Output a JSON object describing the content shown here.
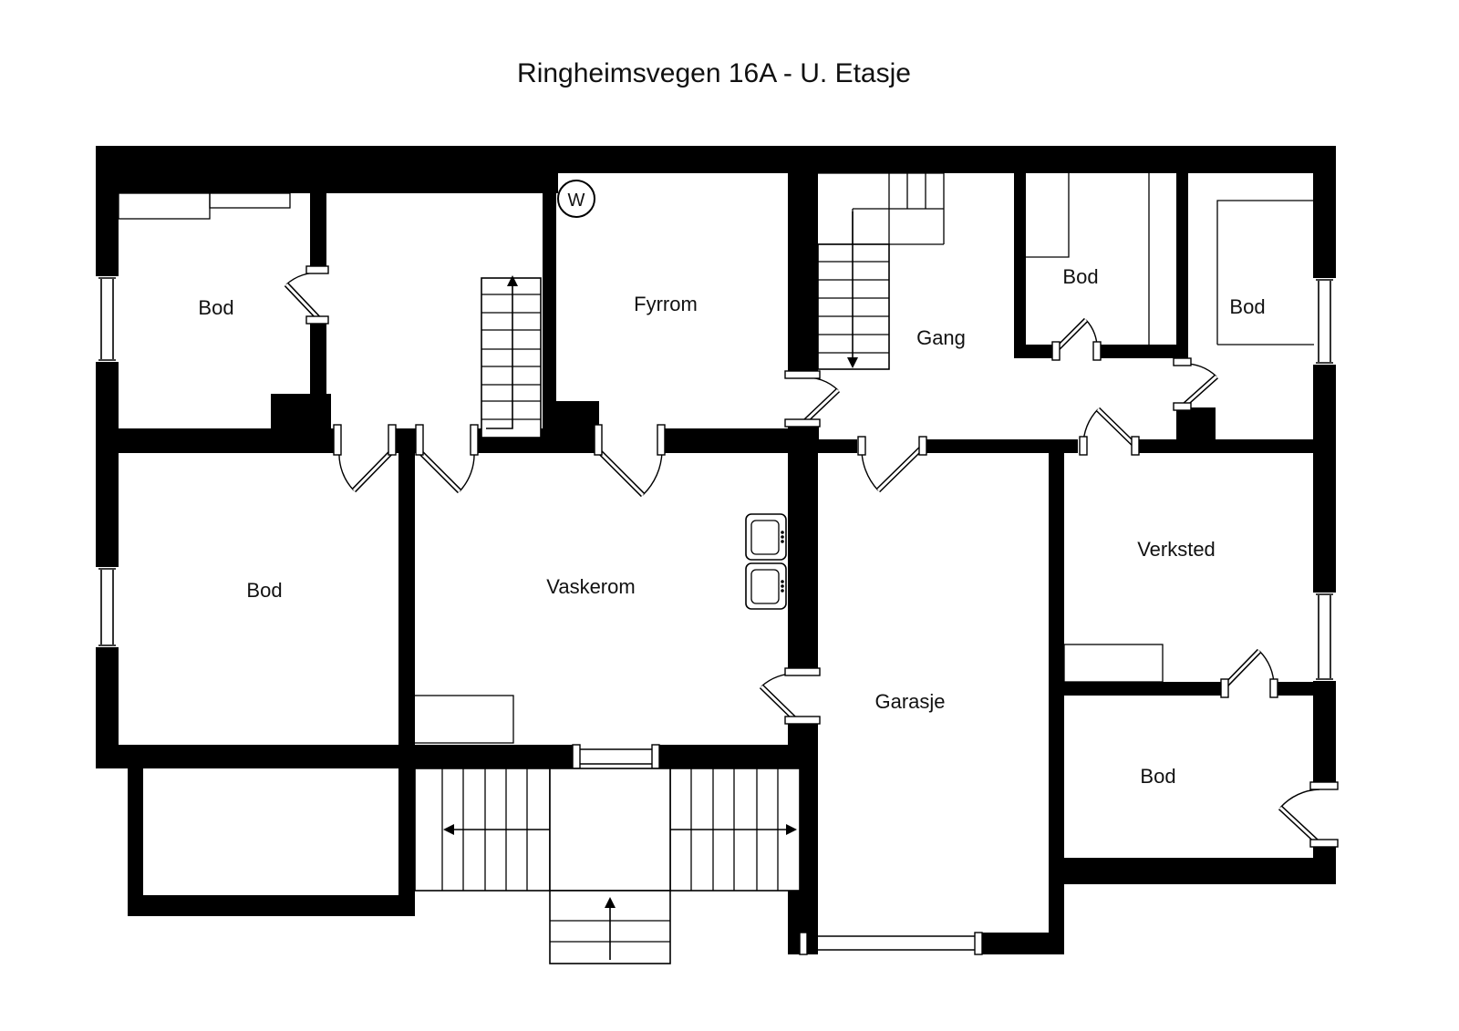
{
  "title": "Ringheimsvegen 16A - U. Etasje",
  "plan": {
    "rooms": [
      {
        "id": "bod-top-left",
        "label": "Bod"
      },
      {
        "id": "fyrrom",
        "label": "Fyrrom"
      },
      {
        "id": "gang",
        "label": "Gang"
      },
      {
        "id": "bod-mid-right",
        "label": "Bod"
      },
      {
        "id": "bod-top-right",
        "label": "Bod"
      },
      {
        "id": "bod-mid-left",
        "label": "Bod"
      },
      {
        "id": "vaskerom",
        "label": "Vaskerom"
      },
      {
        "id": "verksted",
        "label": "Verksted"
      },
      {
        "id": "garasje",
        "label": "Garasje"
      },
      {
        "id": "bod-bottom-right",
        "label": "Bod"
      }
    ],
    "symbols": {
      "water_heater": "W"
    },
    "colors": {
      "wall": "#000000",
      "background": "#ffffff",
      "line": "#000000"
    }
  }
}
